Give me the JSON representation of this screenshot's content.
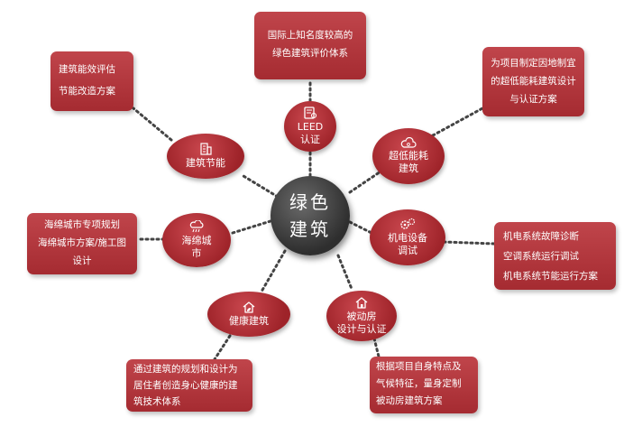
{
  "hub": {
    "line1": "绿色",
    "line2": "建筑"
  },
  "nodes": {
    "leed": {
      "line1": "LEED",
      "line2": "认证",
      "icon": "certificate-icon"
    },
    "ultra_low": {
      "line1": "超低能耗",
      "line2": "建筑",
      "icon": "cloud-co2-icon"
    },
    "mep": {
      "line1": "机电设备",
      "line2": "调试",
      "icon": "gears-icon"
    },
    "passive": {
      "line1": "被动房",
      "line2": "设计与认证",
      "icon": "house-icon"
    },
    "healthy": {
      "line1": "健康建筑",
      "icon": "leaf-house-icon"
    },
    "sponge": {
      "line1": "海绵城",
      "line2": "市",
      "icon": "water-cloud-icon"
    },
    "energy": {
      "line1": "建筑节能",
      "icon": "building-icon"
    }
  },
  "boxes": {
    "leed": [
      "国际上知名度较高的",
      "绿色建筑评价体系"
    ],
    "ultra_low": [
      "为项目制定因地制宜",
      "的超低能耗建筑设计",
      "与认证方案"
    ],
    "mep": [
      "机电系统故障诊断",
      "空调系统运行调试",
      "机电系统节能运行方案"
    ],
    "passive": [
      "根据项目自身特点及",
      "气候特征，量身定制",
      "被动房建筑方案"
    ],
    "healthy": [
      "通过建筑的规划和设计为",
      "居住者创造身心健康的建",
      "筑技术体系"
    ],
    "sponge": [
      "海绵城市专项规划",
      "海绵城市方案/施工图",
      "设计"
    ],
    "energy": [
      "建筑能效评估",
      "节能改造方案"
    ]
  },
  "colors": {
    "accent": "#a52b31",
    "hub": "#3a3a3a",
    "dots": "#444444"
  }
}
